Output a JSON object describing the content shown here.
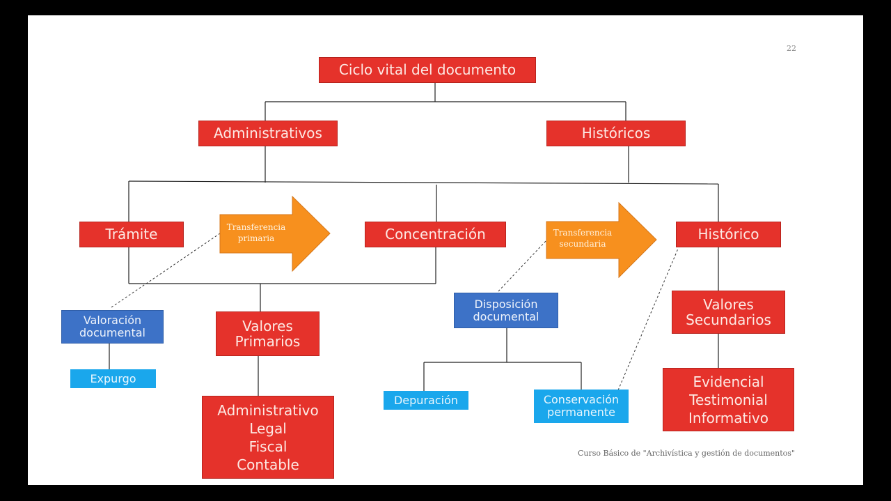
{
  "slide": {
    "page_number": "22",
    "footer": "Curso Básico de \"Archivística y gestión de documentos\""
  },
  "diagram": {
    "root": "Ciclo vital del documento",
    "stages": {
      "administrativos": "Administrativos",
      "historicos": "Históricos"
    },
    "archives": {
      "tramite": "Trámite",
      "concentracion": "Concentración",
      "historico": "Histórico"
    },
    "transfers": {
      "primaria": "Transferencia\nprimaria",
      "secundaria": "Transferencia\nsecundaria"
    },
    "processes": {
      "valoracion": "Valoración\ndocumental",
      "expurgo": "Expurgo",
      "disposicion": "Disposición\ndocumental",
      "depuracion": "Depuración",
      "conservacion": "Conservación\npermanente"
    },
    "values": {
      "primarios": "Valores\nPrimarios",
      "primarios_list": "Administrativo\nLegal\nFiscal\nContable",
      "secundarios": "Valores\nSecundarios",
      "secundarios_list": "Evidencial\nTestimonial\nInformativo"
    },
    "colors": {
      "red": "#e5322b",
      "orange": "#f7901e",
      "blue": "#3d72c7",
      "cyan": "#1aa7ec"
    }
  }
}
